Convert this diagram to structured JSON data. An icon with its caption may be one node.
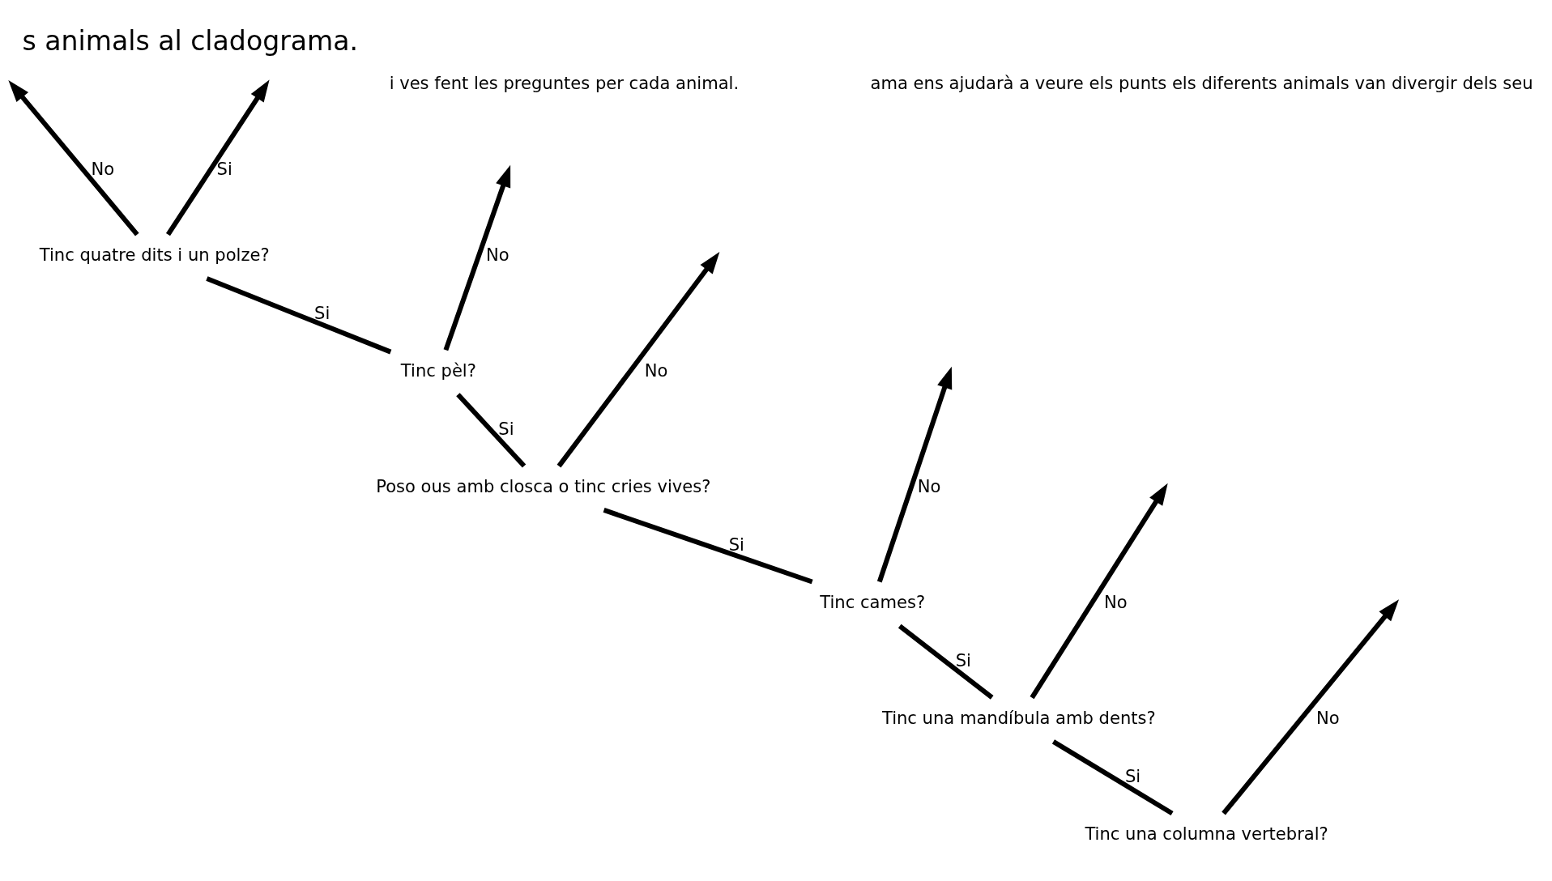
{
  "diagram": {
    "title": "s animals al cladograma.",
    "nodes": [
      {
        "text": [
          "Tinc una columna vertebral?"
        ]
      },
      {
        "text": [
          "Tinc una mandíbula amb dents?"
        ]
      },
      {
        "text": [
          "Tinc cames?"
        ]
      },
      {
        "text": [
          "Poso ous amb closca o tinc cries vives?"
        ]
      },
      {
        "text": [
          "Tinc pèl?"
        ]
      },
      {
        "text": [
          "Tinc quatre dits i un polze?"
        ]
      }
    ],
    "edges": [
      {
        "from": 0,
        "to": null,
        "arrow": "to",
        "label": "No"
      },
      {
        "from": 0,
        "to": 1,
        "arrow": "none",
        "label": "Si"
      },
      {
        "from": 1,
        "to": null,
        "arrow": "to",
        "label": "No"
      },
      {
        "from": 1,
        "to": 2,
        "arrow": "none",
        "label": "Si"
      },
      {
        "from": 2,
        "to": null,
        "arrow": "to",
        "label": "No"
      },
      {
        "from": 2,
        "to": 3,
        "arrow": "none",
        "label": "Si"
      },
      {
        "from": 3,
        "to": null,
        "arrow": "to",
        "label": "No"
      },
      {
        "from": 3,
        "to": 4,
        "arrow": "none",
        "label": "Si"
      },
      {
        "from": 4,
        "to": null,
        "arrow": "to",
        "label": "No"
      },
      {
        "from": 4,
        "to": 5,
        "arrow": "none",
        "label": "Si"
      },
      {
        "from": 5,
        "to": null,
        "arrow": "to",
        "label": "No"
      },
      {
        "from": 5,
        "to": null,
        "arrow": "to",
        "label": "Si"
      }
    ],
    "labels": [
      "i ves fent les preguntes per cada animal.",
      "ama ens ajudarà a veure els punts els diferents animals van divergir dels seu"
    ]
  }
}
